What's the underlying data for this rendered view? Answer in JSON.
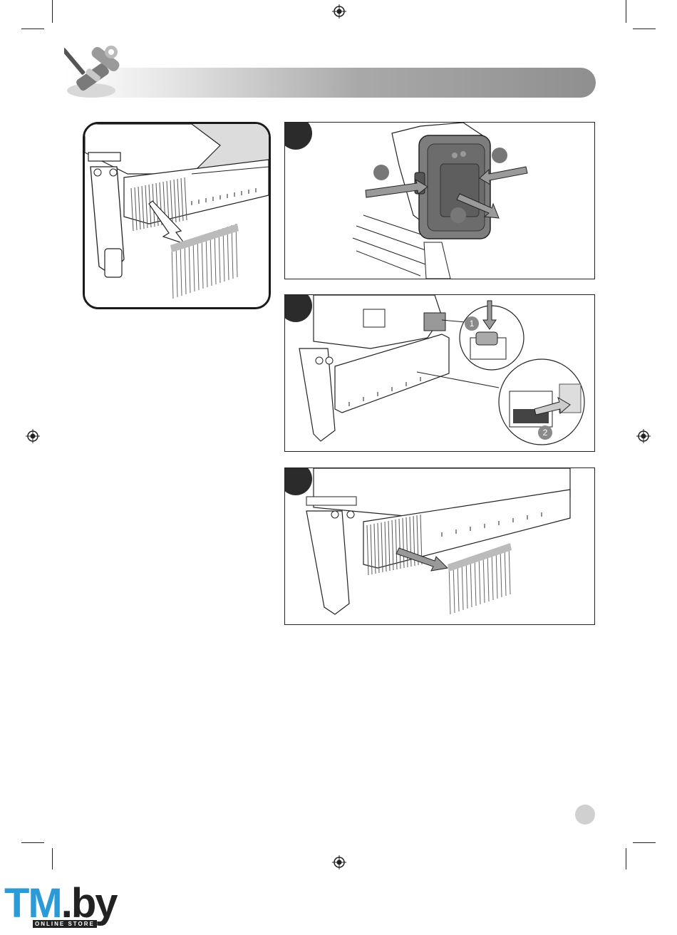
{
  "callouts": {
    "step2_marker_1": "1",
    "step2_marker_2": "2"
  },
  "brand": {
    "logo_primary": "TM",
    "logo_secondary": ".by",
    "logo_tagline": "ONLINE STORE"
  },
  "colors": {
    "brand_blue": "#2a9bd6",
    "header_gray": "#9a9a9a",
    "badge_dark": "#2b2b2b",
    "page_badge": "#d0d0d0"
  },
  "icons": {
    "header": "screwdriver-wrench-icon",
    "registration": "crosshair-registration-icon"
  }
}
